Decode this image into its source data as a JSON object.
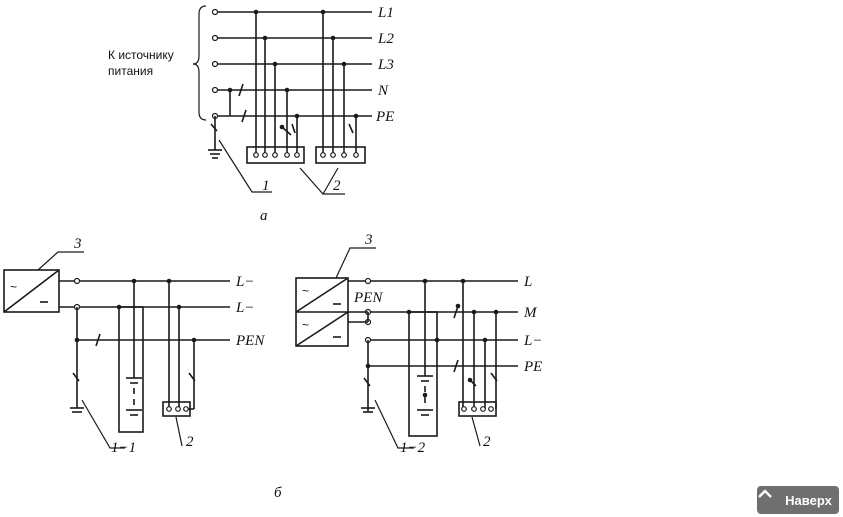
{
  "diagram_a": {
    "source_label_line1": "К источнику",
    "source_label_line2": "питания",
    "conductors": [
      "L1",
      "L2",
      "L3",
      "N",
      "PE"
    ],
    "callout_1": "1",
    "callout_2": "2",
    "caption": "а"
  },
  "diagram_b_left": {
    "conductors": [
      "L−",
      "L−",
      "PEN"
    ],
    "callout_3": "3",
    "callout_1": "1−1",
    "callout_2": "2"
  },
  "diagram_b_right": {
    "conductors": [
      "L",
      "M",
      "L−",
      "PE"
    ],
    "inner_label": "PEN",
    "callout_3": "3",
    "callout_1": "1−2",
    "callout_2": "2"
  },
  "diagram_b_caption": "б",
  "nav": {
    "scroll_top_label": "Наверх",
    "icon": "chevron-up-icon"
  }
}
